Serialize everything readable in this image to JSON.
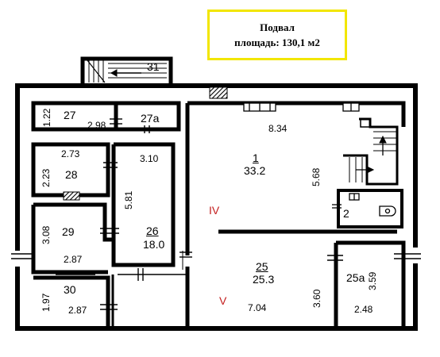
{
  "header": {
    "line1": "Подвал",
    "line2": "площадь: 130,1 м2"
  },
  "sections": {
    "iv": "IV",
    "v": "V"
  },
  "rooms": {
    "r1": {
      "id": "1",
      "area": "33.2"
    },
    "r2": {
      "id": "2"
    },
    "r25": {
      "id": "25",
      "area": "25.3"
    },
    "r25a": {
      "id": "25а"
    },
    "r26": {
      "id": "26",
      "area": "18.0"
    },
    "r27": {
      "id": "27"
    },
    "r27a": {
      "id": "27а"
    },
    "r28": {
      "id": "28"
    },
    "r29": {
      "id": "29"
    },
    "r30": {
      "id": "30"
    },
    "r31": {
      "id": "31"
    }
  },
  "dims": {
    "d834": "8.34",
    "d568": "5.68",
    "d122": "1.22",
    "d298": "2.98",
    "d273": "2.73",
    "d223": "2.23",
    "d310": "3.10",
    "d581": "5.81",
    "d308": "3.08",
    "d287a": "2.87",
    "d197": "1.97",
    "d287b": "2.87",
    "d360": "3.60",
    "d704": "7.04",
    "d359": "3.59",
    "d248": "2.48"
  },
  "colors": {
    "wall": "#000000",
    "title_border": "#f2e600",
    "section_label": "#c42020"
  }
}
